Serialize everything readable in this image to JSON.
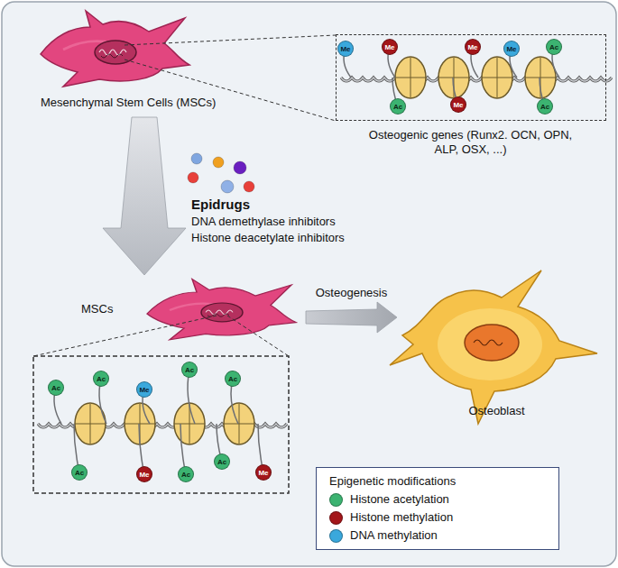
{
  "diagram": {
    "nodes": [
      {
        "text": [
          "Mesenchymal Stem Cells (MSCs)"
        ]
      },
      {
        "text": [
          "Osteogenic genes (Runx2. OCN, OPN, ALP, OSX, ...)"
        ]
      },
      {
        "text": [
          "MSCs"
        ]
      },
      {
        "text": [
          "Osteoblast"
        ]
      }
    ],
    "edges": [
      {
        "from": 0,
        "to": 2,
        "arrow": "to"
      },
      {
        "from": 2,
        "to": 3,
        "label": "Osteogenesis",
        "arrow": "to"
      }
    ],
    "labels": [
      "Me",
      "Me",
      "Me",
      "Me",
      "Ac",
      "Ac",
      "Me",
      "Ac",
      "Epidrugs",
      "DNA demethylase inhibitors",
      "Histone deacetylate inhibitors",
      "Ac",
      "Ac",
      "Me",
      "Ac",
      "Ac",
      "Ac",
      "Me",
      "Ac",
      "Ac",
      "Me",
      "Epigenetic modifications"
    ],
    "legend": [
      {
        "text": "Histone acetylation",
        "color": "#3cb371"
      },
      {
        "text": "Histone methylation",
        "color": "#a3161a"
      },
      {
        "text": "DNA methylation",
        "color": "#3aa8dc"
      }
    ]
  }
}
